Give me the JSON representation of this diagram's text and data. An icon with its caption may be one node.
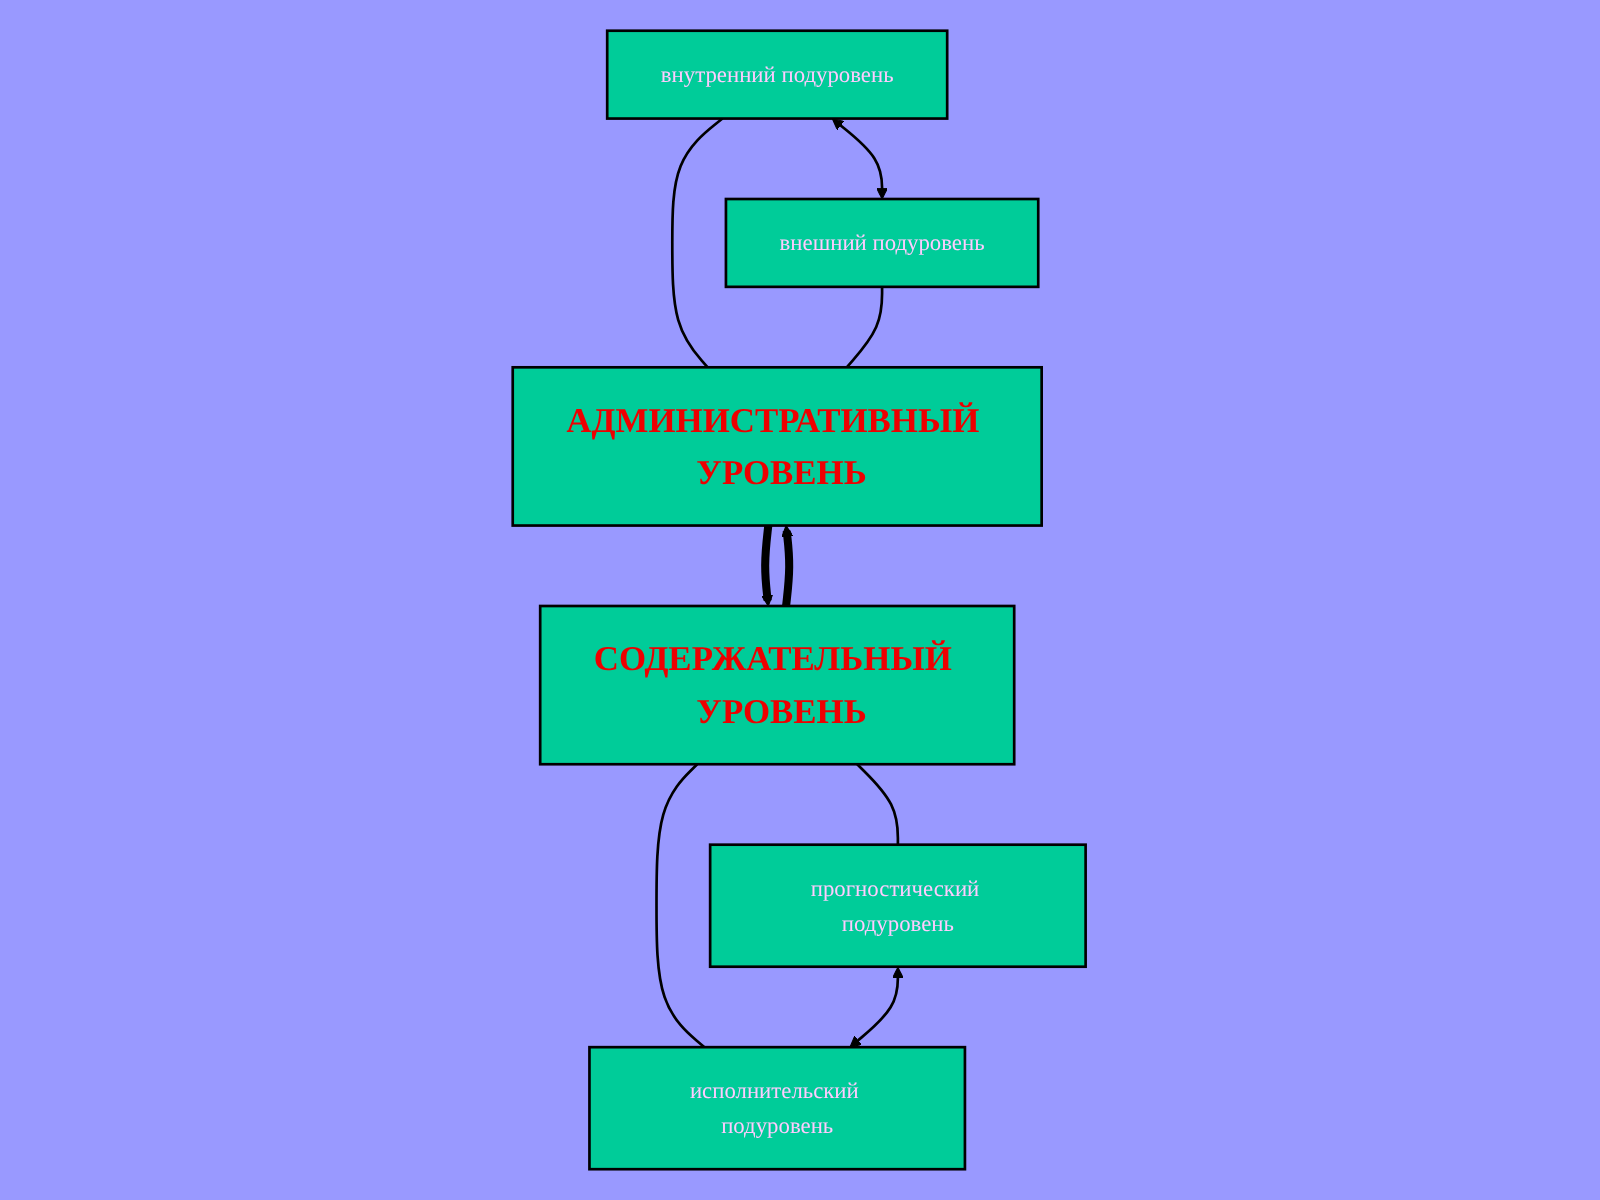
{
  "diagram": {
    "nodes": [
      {
        "text": [
          "внутренний подуровень"
        ]
      },
      {
        "text": [
          "внешний подуровень"
        ]
      },
      {
        "text": [
          "АДМИНИСТРАТИВНЫЙ  УРОВЕНЬ"
        ]
      },
      {
        "text": [
          "СОДЕРЖАТЕЛЬНЫЙ  УРОВЕНЬ"
        ]
      },
      {
        "text": [
          "прогностический подуровень"
        ]
      },
      {
        "text": [
          "исполнительский подуровень"
        ]
      }
    ],
    "edges": [
      {
        "from": 0,
        "to": 1,
        "arrow": "both"
      },
      {
        "from": 0,
        "to": 2,
        "arrow": "none"
      },
      {
        "from": 1,
        "to": 2,
        "arrow": "none"
      },
      {
        "from": 2,
        "to": 3,
        "arrow": "to",
        "style": "thick"
      },
      {
        "from": 3,
        "to": 2,
        "arrow": "to",
        "style": "thick"
      },
      {
        "from": 3,
        "to": 4,
        "arrow": "none"
      },
      {
        "from": 3,
        "to": 5,
        "arrow": "none"
      },
      {
        "from": 4,
        "to": 5,
        "arrow": "both"
      }
    ]
  }
}
